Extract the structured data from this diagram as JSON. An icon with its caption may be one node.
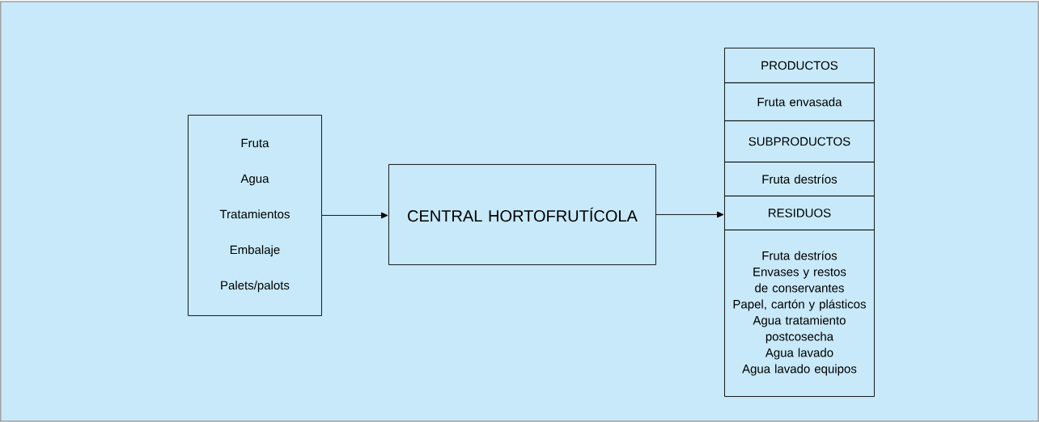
{
  "diagram": {
    "nodes": [
      {
        "text": [
          "Fruta",
          "Agua",
          "Tratamientos",
          "Embalaje",
          "Palets/palots"
        ]
      },
      {
        "text": [
          "CENTRAL HORTOFRUTÍCOLA"
        ]
      },
      {
        "text": [
          "PRODUCTOS"
        ]
      },
      {
        "text": [
          "Fruta envasada"
        ]
      },
      {
        "text": [
          "SUBPRODUCTOS"
        ]
      },
      {
        "text": [
          "Fruta destríos"
        ]
      },
      {
        "text": [
          "RESIDUOS"
        ]
      },
      {
        "text": [
          "Fruta destríos",
          "Envases y restos de conservantes",
          "Papel, cartón y plásticos",
          "Agua tratamiento postcosecha",
          "Agua lavado",
          "Agua lavado equipos"
        ]
      }
    ],
    "edges": [
      {
        "from": 0,
        "to": 1,
        "arrow": "to"
      },
      {
        "from": 1,
        "to": 6,
        "arrow": "to"
      }
    ]
  }
}
